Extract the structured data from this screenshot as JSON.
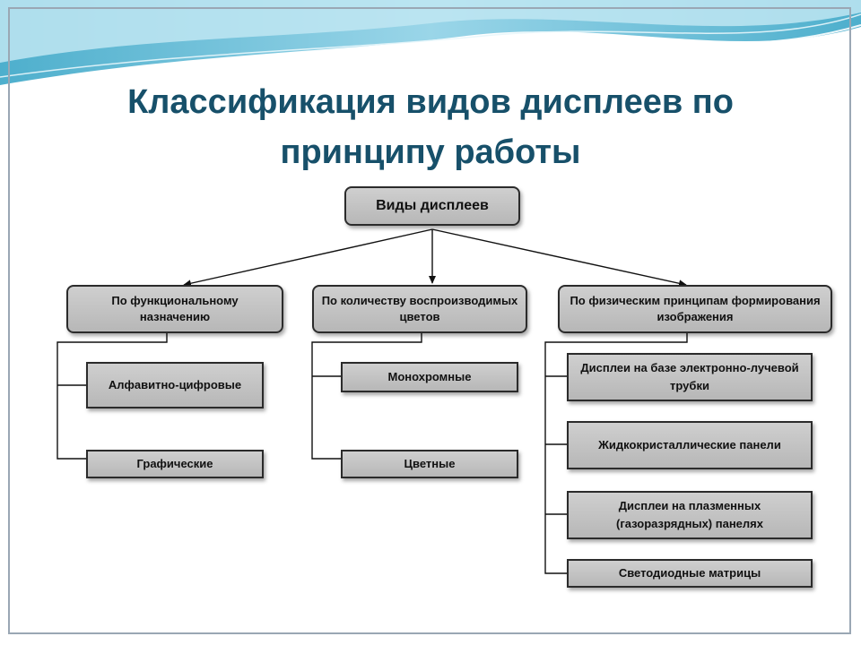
{
  "title": "Классификация видов дисплеев по принципу работы",
  "root": "Виды дисплеев",
  "categories": [
    {
      "label": "По функциональному назначению",
      "items": [
        "Алфавитно-цифровые",
        "Графические"
      ]
    },
    {
      "label": "По количеству воспроизводимых цветов",
      "items": [
        "Монохромные",
        "Цветные"
      ]
    },
    {
      "label": "По физическим принципам формирования изображения",
      "items": [
        "Дисплеи на базе электронно-лучевой трубки",
        "Жидкокристаллические панели",
        "Дисплеи на плазменных (газоразрядных) панелях",
        "Светодиодные матрицы"
      ]
    }
  ],
  "colors": {
    "title": "#17506a",
    "box_fill": "#c4c4c4",
    "box_border": "#2b2b2b",
    "wave_dark": "#2e9bbf",
    "wave_light": "#bfe6f2"
  }
}
